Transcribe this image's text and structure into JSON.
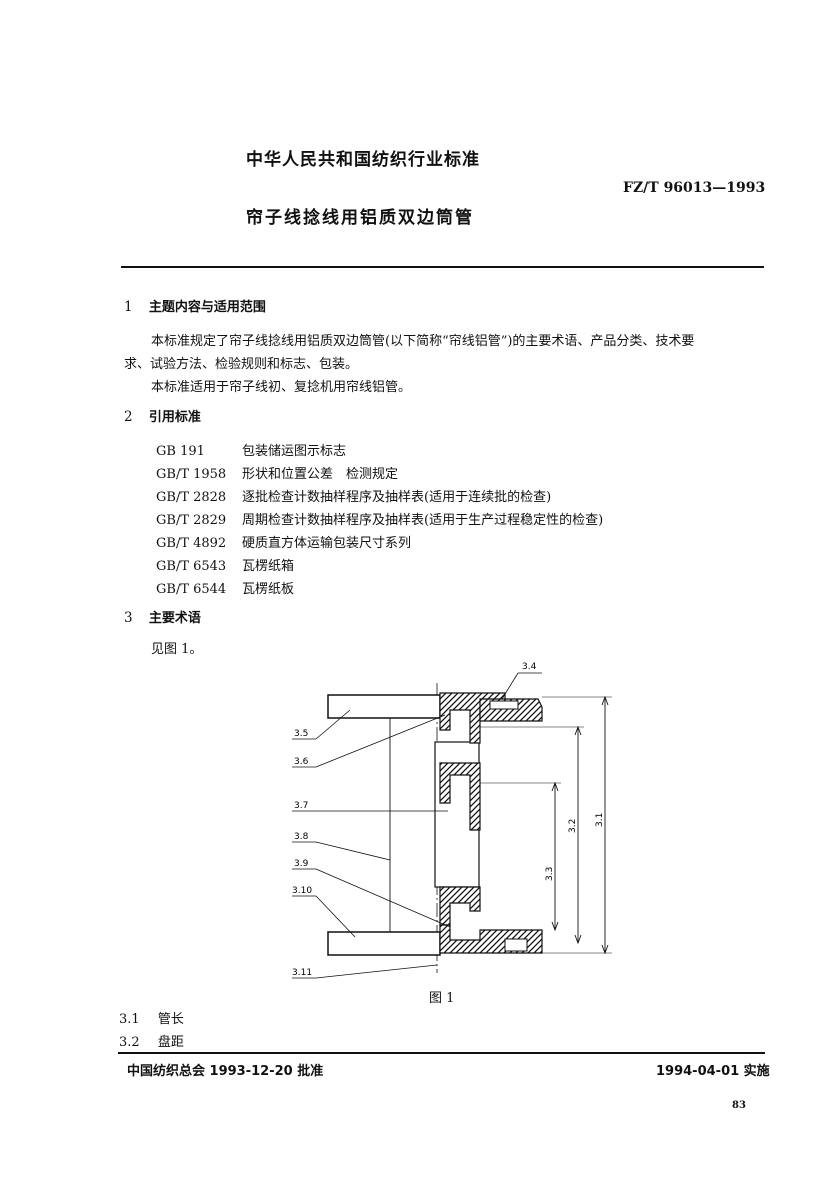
{
  "header": {
    "org": "中华人民共和国纺织行业标准",
    "code": "FZ/T  96013—1993",
    "title": "帘子线捻线用铝质双边筒管"
  },
  "sections": [
    {
      "num": "1",
      "title": "主题内容与适用范围",
      "paragraphs": [
        "本标准规定了帘子线捻线用铝质双边筒管(以下简称“帘线铝管”)的主要术语、产品分类、技术要",
        "求、试验方法、检验规则和标志、包装。",
        "本标准适用于帘子线初、复捻机用帘线铝管。"
      ]
    },
    {
      "num": "2",
      "title": "引用标准",
      "refs": [
        {
          "code": "GB 191",
          "name": "包装储运图示标志"
        },
        {
          "code": "GB/T 1958",
          "name": "形状和位置公差　检测规定"
        },
        {
          "code": "GB/T 2828",
          "name": "逐批检查计数抽样程序及抽样表(适用于连续批的检查)"
        },
        {
          "code": "GB/T 2829",
          "name": "周期检查计数抽样程序及抽样表(适用于生产过程稳定性的检查)"
        },
        {
          "code": "GB/T 4892",
          "name": "硬质直方体运输包装尺寸系列"
        },
        {
          "code": "GB/T 6543",
          "name": "瓦楞纸箱"
        },
        {
          "code": "GB/T 6544",
          "name": "瓦楞纸板"
        }
      ]
    },
    {
      "num": "3",
      "title": "主要术语",
      "see": "见图 1。"
    }
  ],
  "figure": {
    "caption": "图 1",
    "labels": {
      "l34": "3.4",
      "l35": "3.5",
      "l36": "3.6",
      "l37": "3.7",
      "l38": "3.8",
      "l39": "3.9",
      "l310": "3.10",
      "l311": "3.11",
      "d31": "3.1",
      "d32": "3.2",
      "d33": "3.3"
    }
  },
  "terms": [
    {
      "num": "3.1",
      "name": "管长"
    },
    {
      "num": "3.2",
      "name": "盘距"
    }
  ],
  "footer": {
    "approval": "中国纺织总会 1993-12-20 批准",
    "effective": "1994-04-01 实施",
    "page_number": "83"
  }
}
